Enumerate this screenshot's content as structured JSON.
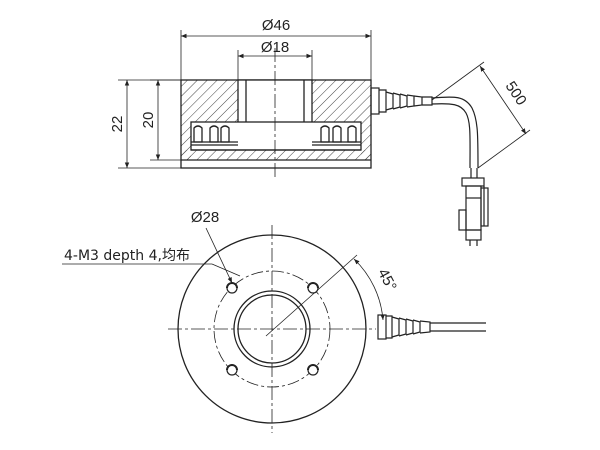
{
  "dimensions": {
    "outer_diameter": "Ø46",
    "inner_diameter": "Ø18",
    "total_height": "22",
    "body_height": "20",
    "cable_length": "500",
    "hole_circle_diameter": "Ø28",
    "angle": "45°"
  },
  "notes": {
    "hole_callout": "4-M3 depth 4,均布"
  },
  "colors": {
    "line": "#222222",
    "hatch": "#444444",
    "paper": "#ffffff"
  }
}
